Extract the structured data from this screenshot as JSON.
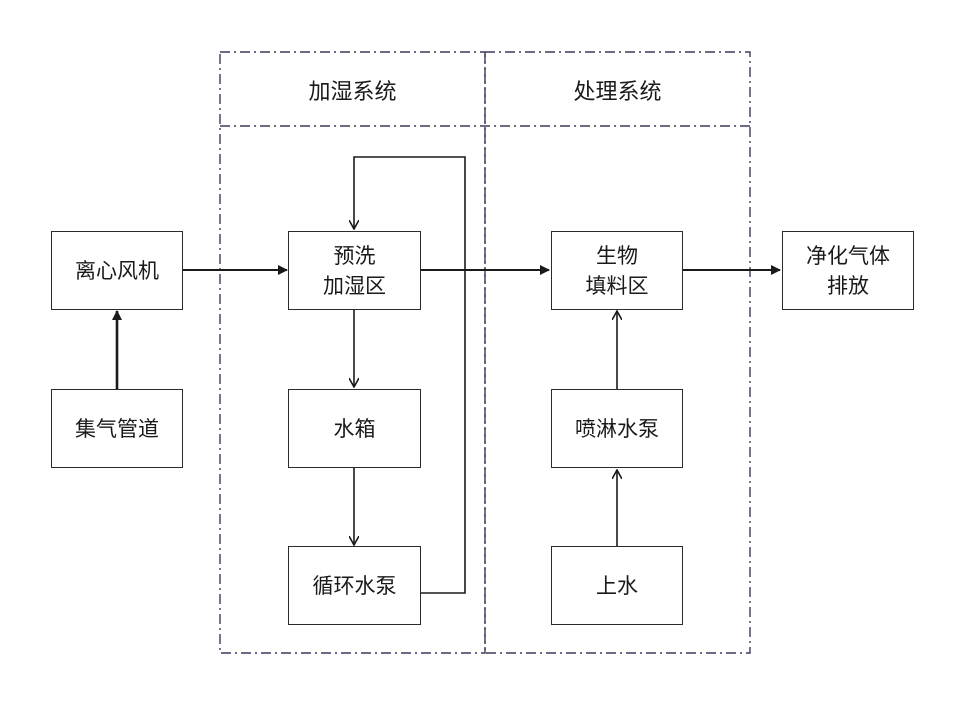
{
  "regions": {
    "humidify_title": "加湿系统",
    "treat_title": "处理系统"
  },
  "nodes": {
    "fan": {
      "label": "离心风机"
    },
    "collector": {
      "label": "集气管道"
    },
    "prewash": {
      "line1": "预洗",
      "line2": "加湿区"
    },
    "tank": {
      "label": "水箱"
    },
    "circ_pump": {
      "label": "循环水泵"
    },
    "biofilter": {
      "line1": "生物",
      "line2": "填料区"
    },
    "spray_pump": {
      "label": "喷淋水泵"
    },
    "water_in": {
      "label": "上水"
    },
    "output": {
      "line1": "净化气体",
      "line2": "排放"
    }
  },
  "colors": {
    "stroke": "#2b2b2b",
    "dashed_border": "#3a3a5a"
  }
}
